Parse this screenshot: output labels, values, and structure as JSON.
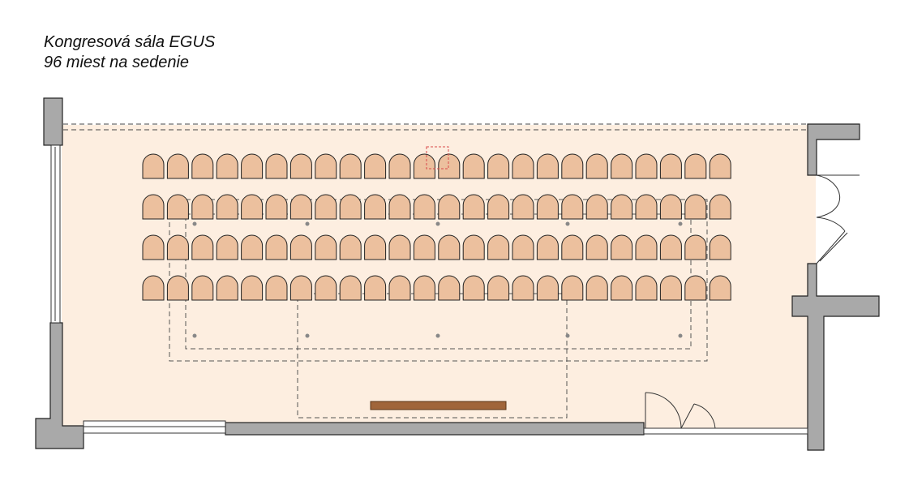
{
  "plan": {
    "title": "Kongresová sála EGUS",
    "subtitle": "96 miest na sedenie"
  },
  "seating": {
    "rows": 4,
    "seats_per_row": 24,
    "total": 96
  },
  "colors": {
    "floor": "#fdeee0",
    "seat_fill": "#ecc09e",
    "wall_fill": "#a9a9a9",
    "outline": "#222222",
    "stage": "#a0653a",
    "marker": "#d94a4a"
  }
}
